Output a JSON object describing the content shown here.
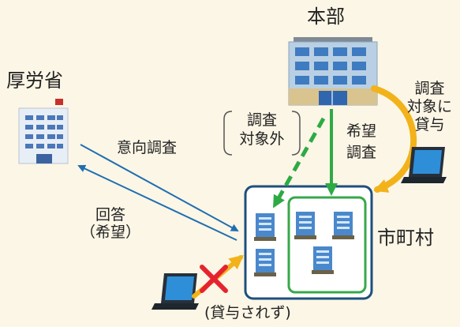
{
  "labels": {
    "mhlw": "厚労省",
    "headquarters": "本部",
    "municipality": "市町村",
    "intent_survey": "意向調査",
    "answer": "回答",
    "answer_hope": "（希望）",
    "survey_target_line1": "調査",
    "survey_target_line2": "対象に",
    "survey_target_line3": "貸与",
    "survey_excluded_line1": "調査",
    "survey_excluded_line2": "対象外",
    "hope_survey_line1": "希望",
    "hope_survey_line2": "調査",
    "not_lent": "(貸与されず)"
  },
  "colors": {
    "background": "#fcf6e6",
    "arrow_blue": "#1f6fb0",
    "arrow_green": "#2eaa45",
    "arrow_yellow": "#f2b21a",
    "municipality_border": "#1d4f7c",
    "hope_group_border": "#37a84a",
    "cross_red": "#e5232f"
  },
  "icons": [
    "mhlw-building-icon",
    "headquarters-building-icon",
    "laptop-icon",
    "office-building-icon",
    "cross-mark-icon"
  ]
}
